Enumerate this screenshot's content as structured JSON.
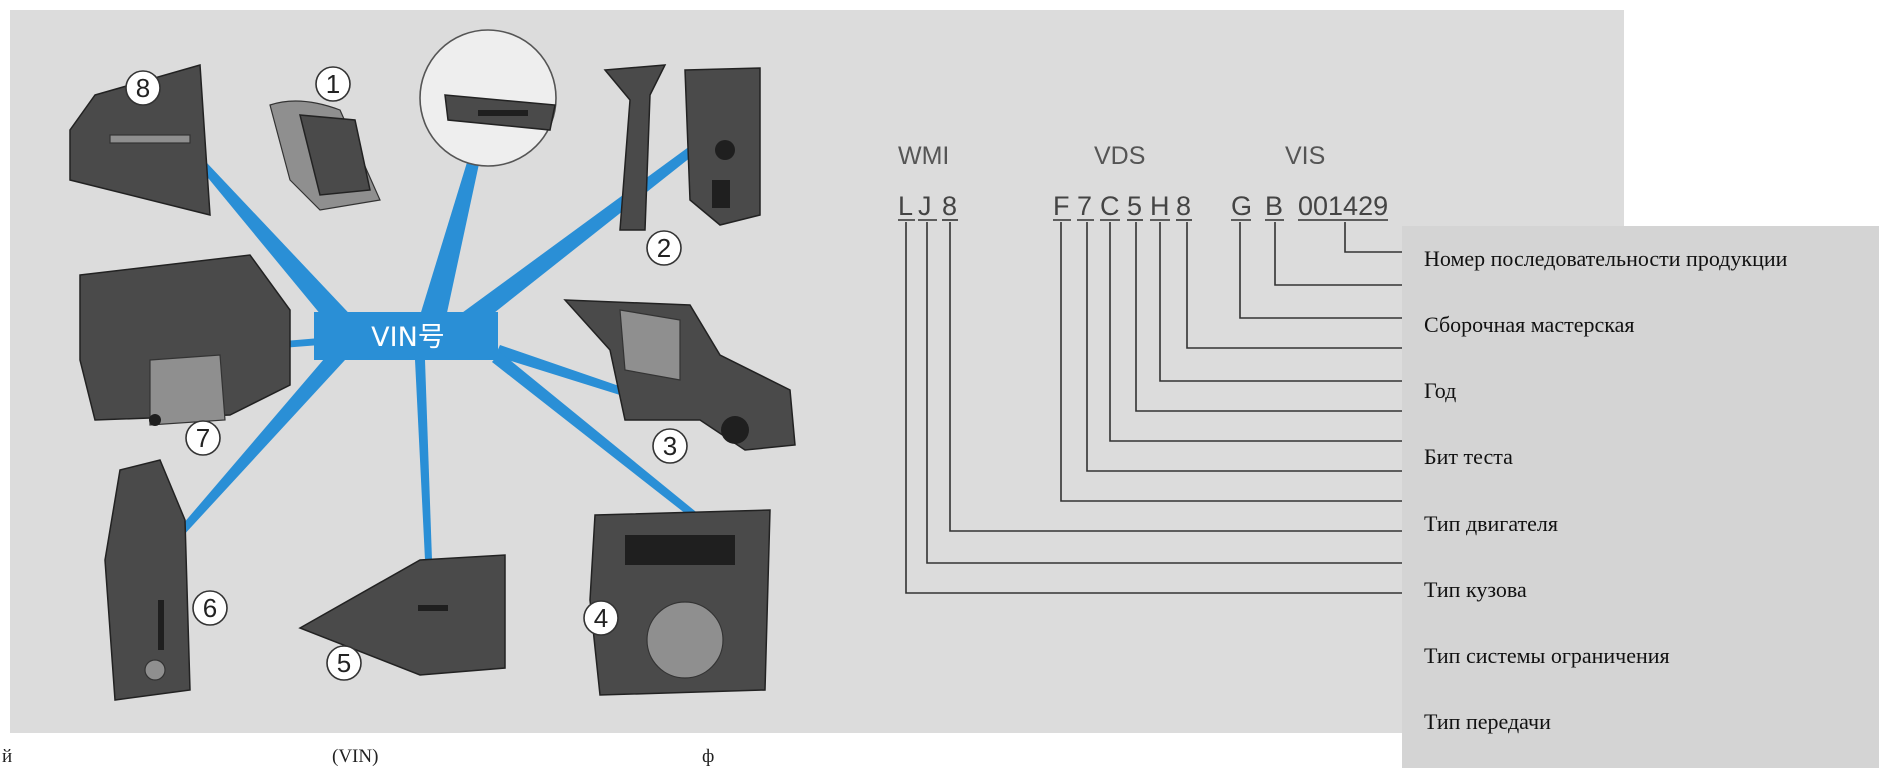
{
  "diagram": {
    "center_label": "VIN号",
    "locations": [
      "1",
      "2",
      "3",
      "4",
      "5",
      "6",
      "7",
      "8"
    ]
  },
  "vin": {
    "groups": [
      "WMI",
      "VDS",
      "VIS"
    ],
    "chars": [
      "L",
      "J",
      "8",
      "F",
      "7",
      "C",
      "5",
      "H",
      "8",
      "G",
      "B",
      "001429"
    ]
  },
  "labels": [
    "Номер последовательности продукции",
    "Сборочная мастерская",
    "Год",
    "Бит теста",
    "Тип двигателя",
    "Тип кузова",
    "Тип системы ограничения",
    "Тип передачи"
  ],
  "footer": {
    "left": "й",
    "mid_code": "(VIN)",
    "right": "ф"
  },
  "colors": {
    "accent": "#2a8fd6",
    "panel": "#dcdcdc",
    "overlay": "#d4d4d4"
  }
}
